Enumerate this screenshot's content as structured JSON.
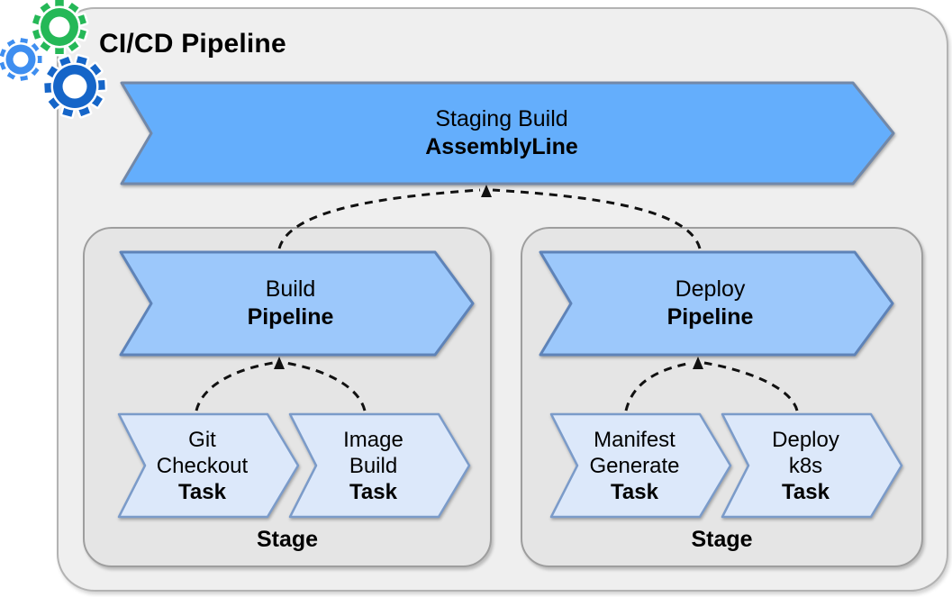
{
  "title": "CI/CD Pipeline",
  "icons": {
    "logo": [
      "gear-green-icon",
      "gear-light-blue-icon",
      "gear-dark-blue-icon"
    ]
  },
  "assembly_line": {
    "name": "Staging Build",
    "type": "AssemblyLine"
  },
  "stages": [
    {
      "label": "Stage",
      "pipeline": {
        "name": "Build",
        "type": "Pipeline"
      },
      "tasks": [
        {
          "name_line1": "Git",
          "name_line2": "Checkout",
          "type": "Task"
        },
        {
          "name_line1": "Image",
          "name_line2": "Build",
          "type": "Task"
        }
      ]
    },
    {
      "label": "Stage",
      "pipeline": {
        "name": "Deploy",
        "type": "Pipeline"
      },
      "tasks": [
        {
          "name_line1": "Manifest",
          "name_line2": "Generate",
          "type": "Task"
        },
        {
          "name_line1": "Deploy",
          "name_line2": "k8s",
          "type": "Task"
        }
      ]
    }
  ],
  "colors": {
    "text": "#000000",
    "outer_bg": "#efefef",
    "outer_border": "#b3b3b3",
    "stage_bg": "#e5e5e5",
    "stage_border": "#9e9e9e",
    "assembly_fill": "#64aefc",
    "assembly_border": "#7288a8",
    "pipeline_fill": "#9cc8fb",
    "pipeline_border": "#5e83b8",
    "task_fill": "#dce8fa",
    "task_border": "#7b9bc9",
    "connector": "#111111",
    "gear_green": "#25b857",
    "gear_blue_light": "#3e8ef0",
    "gear_blue_dark": "#1565c8"
  }
}
